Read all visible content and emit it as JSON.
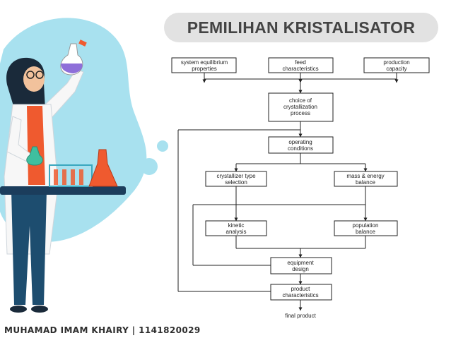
{
  "title": "PEMILIHAN KRISTALISATOR",
  "footer": "MUHAMAD IMAM KHAIRY | 1141820029",
  "flowchart": {
    "boxes": [
      {
        "id": "sep",
        "lines": [
          "system equilibrium",
          "properties"
        ]
      },
      {
        "id": "feed",
        "lines": [
          "feed",
          "characteristics"
        ]
      },
      {
        "id": "prodcap",
        "lines": [
          "production",
          "capacity"
        ]
      },
      {
        "id": "choice",
        "lines": [
          "choice of",
          "crystallization",
          "process"
        ]
      },
      {
        "id": "opcond",
        "lines": [
          "operating",
          "conditions"
        ]
      },
      {
        "id": "crysel",
        "lines": [
          "crystallizer type",
          "selection"
        ]
      },
      {
        "id": "mass",
        "lines": [
          "mass & energy",
          "balance"
        ]
      },
      {
        "id": "kinetic",
        "lines": [
          "kinetic",
          "analysis"
        ]
      },
      {
        "id": "popbal",
        "lines": [
          "population",
          "balance"
        ]
      },
      {
        "id": "equip",
        "lines": [
          "equipment",
          "design"
        ]
      },
      {
        "id": "prodchar",
        "lines": [
          "product",
          "characteristics"
        ]
      }
    ],
    "end_label": "final product"
  },
  "colors": {
    "blob": "#a8e1ef",
    "coat": "#f7f7f7",
    "shirt": "#ef5a2f",
    "pants": "#1d4d6f",
    "hair": "#1a2a3a",
    "table": "#1b3d5c",
    "flask_liquid": "#8e6fd9",
    "title_bg": "#e2e2e2"
  }
}
